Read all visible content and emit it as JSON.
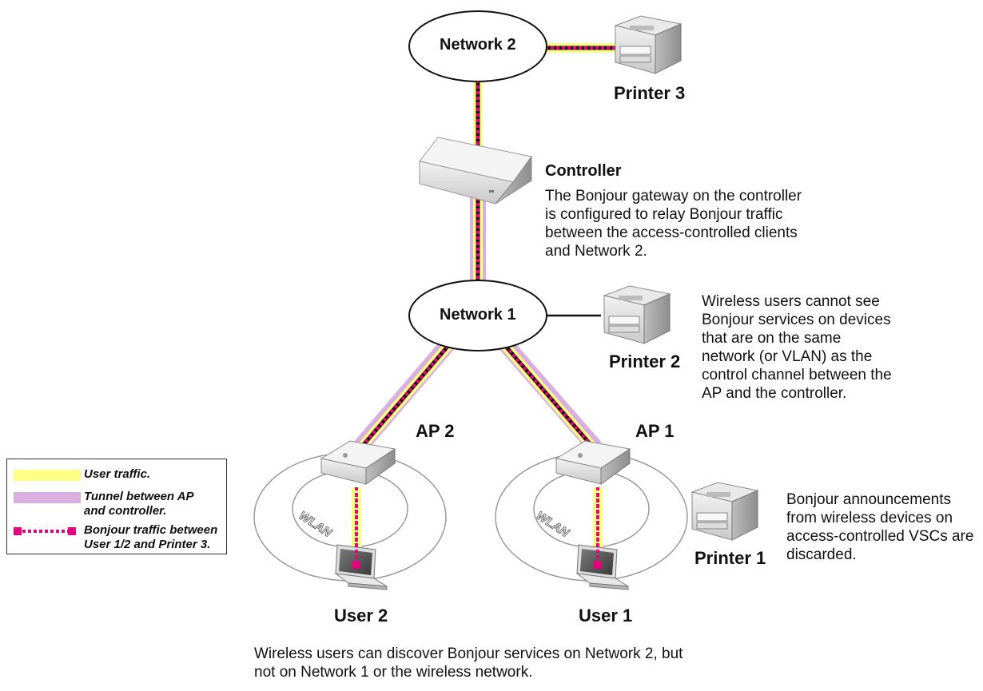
{
  "nodes": {
    "network2": "Network 2",
    "network1": "Network 1",
    "printer3": "Printer 3",
    "printer2": "Printer 2",
    "printer1": "Printer 1",
    "controller": "Controller",
    "ap2": "AP 2",
    "ap1": "AP 1",
    "user2": "User 2",
    "user1": "User 1",
    "wlan": "WLAN"
  },
  "notes": {
    "controller": "The Bonjour gateway on the controller is configured to relay Bonjour traffic between the access-controlled clients and Network 2.",
    "printer2": "Wireless users cannot see Bonjour services on devices that are on the same network (or VLAN) as the control channel between the AP and the controller.",
    "printer1": "Bonjour announcements from wireless devices on access-controlled VSCs are discarded.",
    "bottom": "Wireless users can discover Bonjour services on Network 2, but not on Network 1 or the wireless network."
  },
  "legend": {
    "user_traffic": "User traffic.",
    "tunnel": "Tunnel between AP\nand controller.",
    "bonjour": "Bonjour traffic between\nUser 1/2 and Printer 3."
  },
  "colors": {
    "user_traffic": "#ffff88",
    "tunnel": "#d9aee0",
    "bonjour": "#e6007e",
    "line": "#111111"
  }
}
